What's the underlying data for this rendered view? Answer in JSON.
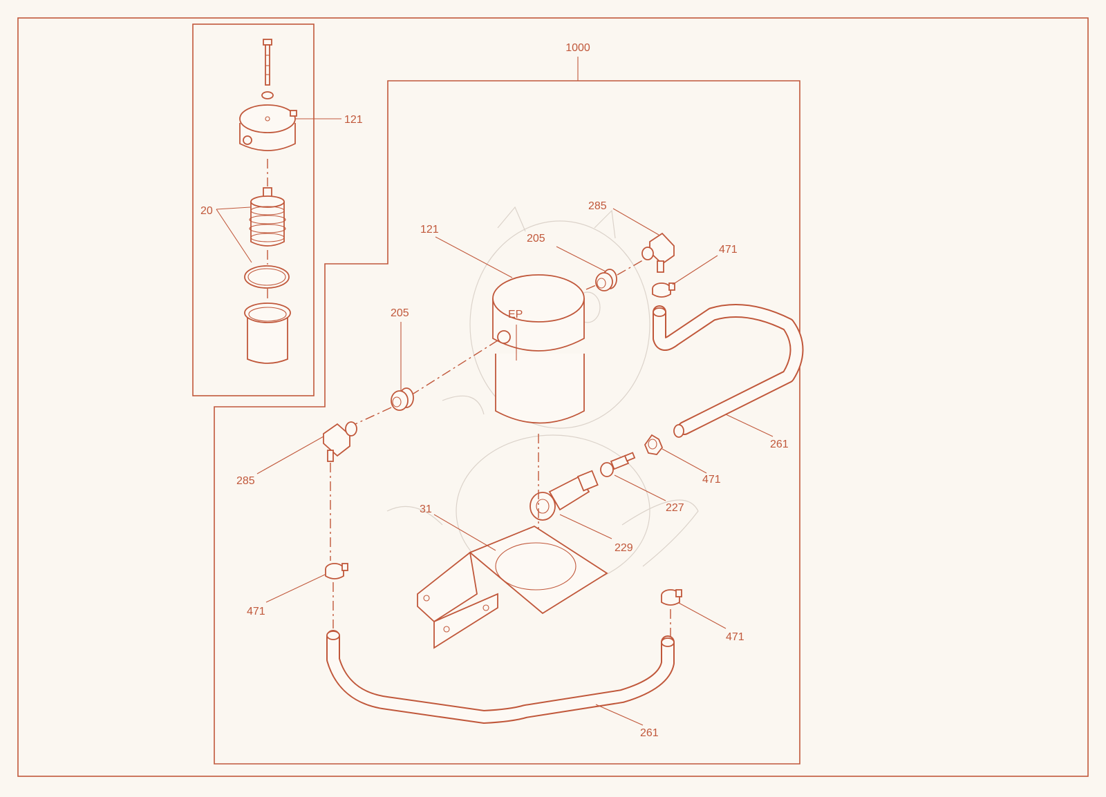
{
  "diagram": {
    "accent_color": "#c0573a",
    "background_color": "#fbf7f1",
    "callouts": {
      "assembly": "1000",
      "inset_body": "121",
      "inset_element": "20",
      "filter_housing": "121",
      "fitting_top": "205",
      "fitting_left": "205",
      "elbow_top": "285",
      "elbow_left": "285",
      "clamp_top": "471",
      "clamp_mid": "471",
      "clamp_left": "471",
      "clamp_bottom": "471",
      "hose_upper": "261",
      "hose_lower": "261",
      "nipple": "227",
      "valve": "229",
      "bracket": "31"
    }
  }
}
